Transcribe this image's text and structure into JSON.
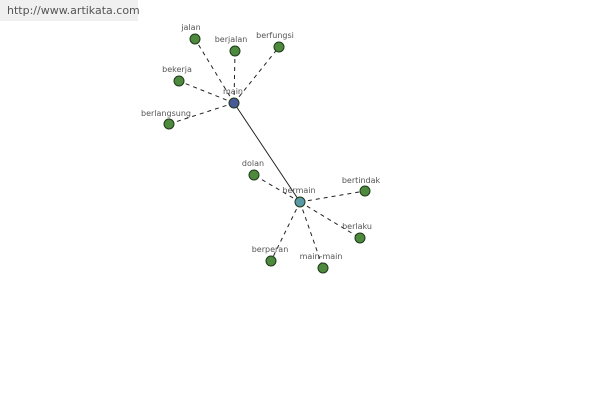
{
  "watermark": {
    "text": "http://www.artikata.com"
  },
  "graph": {
    "colors": {
      "primary_node": "#4a5a98",
      "secondary_node": "#5a9aa6",
      "leaf_node": "#4d8a3d",
      "node_stroke": "#1f3a1a",
      "edge": "#222222"
    },
    "nodes": [
      {
        "id": "main",
        "label": "main",
        "kind": "primary"
      },
      {
        "id": "bermain",
        "label": "bermain",
        "kind": "secondary"
      },
      {
        "id": "jalan",
        "label": "jalan",
        "kind": "leaf"
      },
      {
        "id": "berjalan",
        "label": "berjalan",
        "kind": "leaf"
      },
      {
        "id": "berfungsi",
        "label": "berfungsi",
        "kind": "leaf"
      },
      {
        "id": "bekerja",
        "label": "bekerja",
        "kind": "leaf"
      },
      {
        "id": "berlangsung",
        "label": "berlangsung",
        "kind": "leaf"
      },
      {
        "id": "dolan",
        "label": "dolan",
        "kind": "leaf"
      },
      {
        "id": "bertindak",
        "label": "bertindak",
        "kind": "leaf"
      },
      {
        "id": "berlaku",
        "label": "berlaku",
        "kind": "leaf"
      },
      {
        "id": "berperan",
        "label": "berperan",
        "kind": "leaf"
      },
      {
        "id": "main-main",
        "label": "main-main",
        "kind": "leaf"
      }
    ],
    "edges": [
      {
        "from": "main",
        "to": "bermain",
        "style": "solid"
      },
      {
        "from": "main",
        "to": "jalan",
        "style": "dashed"
      },
      {
        "from": "main",
        "to": "berjalan",
        "style": "dashed"
      },
      {
        "from": "main",
        "to": "berfungsi",
        "style": "dashed"
      },
      {
        "from": "main",
        "to": "bekerja",
        "style": "dashed"
      },
      {
        "from": "main",
        "to": "berlangsung",
        "style": "dashed"
      },
      {
        "from": "bermain",
        "to": "dolan",
        "style": "dashed"
      },
      {
        "from": "bermain",
        "to": "bertindak",
        "style": "dashed"
      },
      {
        "from": "bermain",
        "to": "berlaku",
        "style": "dashed"
      },
      {
        "from": "bermain",
        "to": "berperan",
        "style": "dashed"
      },
      {
        "from": "bermain",
        "to": "main-main",
        "style": "dashed"
      }
    ]
  }
}
